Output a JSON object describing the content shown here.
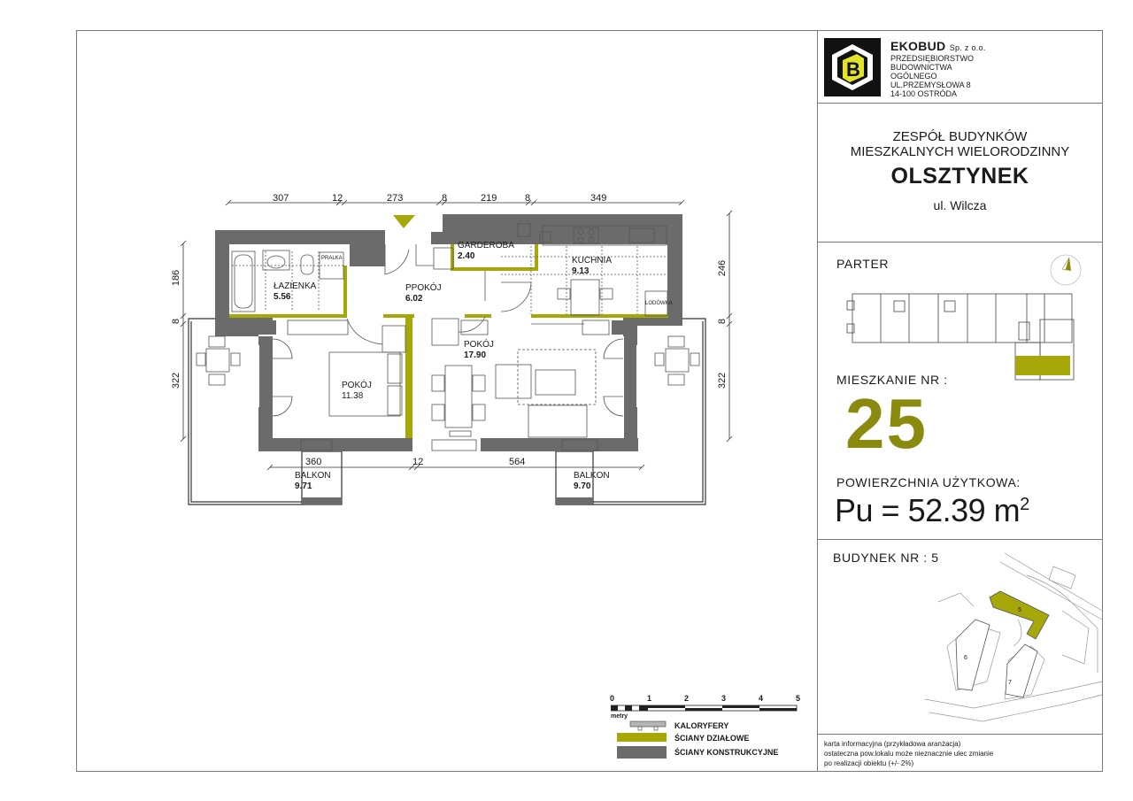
{
  "company": {
    "name": "EKOBUD",
    "suffix": "Sp. z o.o.",
    "line1": "PRZEDSIĘBIORSTWO",
    "line2": "BUDOWNICTWA",
    "line3": "OGÓLNEGO",
    "address1": "UL.PRZEMYSŁOWA 8",
    "address2": "14-100  OSTRÓDA"
  },
  "project": {
    "line1": "ZESPÓŁ BUDYNKÓW",
    "line2": "MIESZKALNYCH WIELORODZINNY",
    "city": "OLSZTYNEK",
    "street": "ul. Wilcza"
  },
  "floor": "PARTER",
  "apartment": {
    "label": "MIESZKANIE NR :",
    "number": "25",
    "area_label": "POWIERZCHNIA UŻYTKOWA:",
    "area_prefix": "Pu =",
    "area_value": "52.39 m",
    "area_unit_exp": "2"
  },
  "building": {
    "label": "BUDYNEK NR : 5",
    "numbers": [
      "5",
      "6",
      "7"
    ]
  },
  "colors": {
    "partition": "#a6a80a",
    "structure": "#6b6b6b",
    "accent": "#8a8a0e"
  },
  "dimensions": {
    "top": [
      "307",
      "12",
      "273",
      "8",
      "219",
      "8",
      "349"
    ],
    "left": [
      "186",
      "8",
      "322"
    ],
    "right": [
      "246",
      "8",
      "322"
    ],
    "bottom": [
      "360",
      "12",
      "564"
    ]
  },
  "rooms": [
    {
      "name": "ŁAZIENKA",
      "area": "5.56"
    },
    {
      "name": "PPOKÓJ",
      "area": "6.02"
    },
    {
      "name": "GARDEROBA",
      "area": "2.40"
    },
    {
      "name": "KUCHNIA",
      "area": "9.13"
    },
    {
      "name": "POKÓJ",
      "area": "11.38"
    },
    {
      "name": "POKÓJ",
      "area": "17.90"
    },
    {
      "name": "BALKON",
      "area": "9.71"
    },
    {
      "name": "BALKON",
      "area": "9.70"
    }
  ],
  "fixtures": {
    "pralka": "PRALKA",
    "lodowka": "LODÓWKA"
  },
  "scale": {
    "ticks": [
      "0",
      "1",
      "2",
      "3",
      "4",
      "5"
    ],
    "unit": "metry"
  },
  "legend": [
    {
      "label": "KALORYFERY",
      "icon": "radiator-icon"
    },
    {
      "label": "ŚCIANY DZIAŁOWE",
      "icon": "partition-wall-swatch"
    },
    {
      "label": "ŚCIANY KONSTRUKCYJNE",
      "icon": "structural-wall-swatch"
    }
  ],
  "notes": {
    "line1": "karta informacyjna (przykładowa aranżacja)",
    "line2": "ostateczna pow.lokalu może nieznacznie ulec zmianie",
    "line3": "po realizacji obiektu (+/- 2%)"
  }
}
